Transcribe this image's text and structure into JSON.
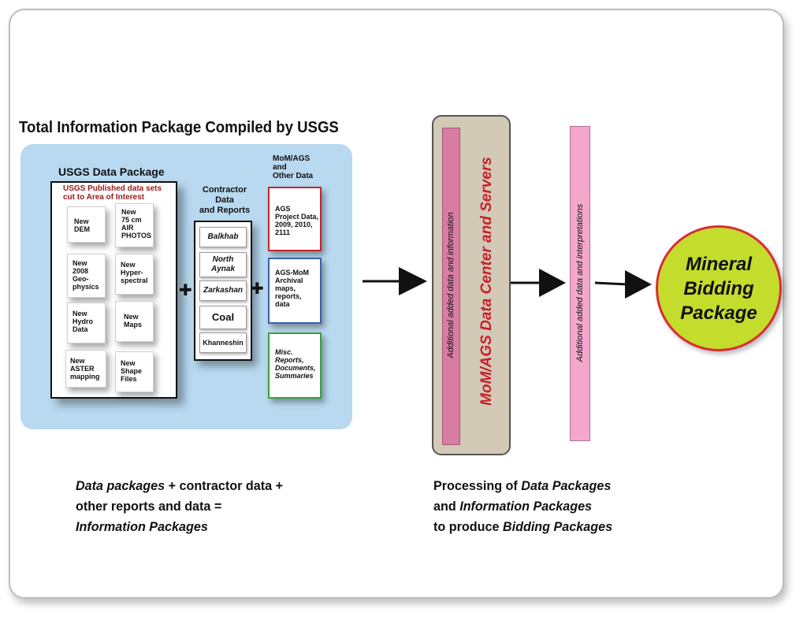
{
  "title": "Total Information Package Compiled by USGS",
  "usgs": {
    "heading": "USGS Data Package",
    "subheading": "USGS Published data sets cut to Area of Interest",
    "items": [
      {
        "lines": [
          "New",
          "DEM"
        ]
      },
      {
        "lines": [
          "New",
          "75 cm",
          "AIR",
          "PHOTOS"
        ]
      },
      {
        "lines": [
          "New",
          "2008",
          "Geo-",
          "physics"
        ]
      },
      {
        "lines": [
          "New",
          "Hyper-",
          "spectral"
        ]
      },
      {
        "lines": [
          "New",
          "Hydro",
          "Data"
        ]
      },
      {
        "lines": [
          "New",
          "Maps"
        ]
      },
      {
        "lines": [
          "New",
          "ASTER",
          "mapping"
        ]
      },
      {
        "lines": [
          "New",
          "Shape",
          "Files"
        ]
      }
    ]
  },
  "contractor": {
    "heading": [
      "Contractor",
      "Data",
      "and Reports"
    ],
    "items": [
      "Balkhab",
      "North Aynak",
      "Zarkashan",
      "Coal",
      "Khanneshin"
    ]
  },
  "mom": {
    "heading": [
      "MoM/AGS",
      "and",
      "Other Data"
    ],
    "items": [
      {
        "lines": [
          "AGS",
          "Project Data,",
          "2009, 2010,",
          "2111"
        ],
        "border": "#c0282d"
      },
      {
        "lines": [
          "AGS-MoM",
          "Archival",
          "maps,",
          "reports,",
          "data"
        ],
        "border": "#3a5fb0"
      },
      {
        "lines": [
          "Misc.",
          "Reports,",
          "Documents,",
          "Summaries"
        ],
        "border": "#3aa03a"
      }
    ]
  },
  "plus": "✚",
  "caption_left": {
    "line1_italic": "Data packages",
    "line1_rest": " + contractor data +",
    "line2": "other reports and data =",
    "line3_italic": "Information Packages"
  },
  "caption_right": {
    "line1_plain": "Processing of ",
    "line1_italic": "Data Packages",
    "line2_plain": "and ",
    "line2_italic": "Information Packages",
    "line3_plain": "to produce ",
    "line3_italic": "Bidding Packages"
  },
  "server": {
    "bar_label": "Additional added data and information",
    "label": "MoM/AGS  Data Center and Servers"
  },
  "bar2_label": "Additional added data and interpretations",
  "final": [
    "Mineral",
    "Bidding",
    "Package"
  ],
  "colors": {
    "info_bg": "#b8d9f0",
    "server_bg": "#d2c9b6",
    "server_label": "#c8202a",
    "final_fill": "#c4dc2c",
    "final_border": "#d92d35"
  }
}
